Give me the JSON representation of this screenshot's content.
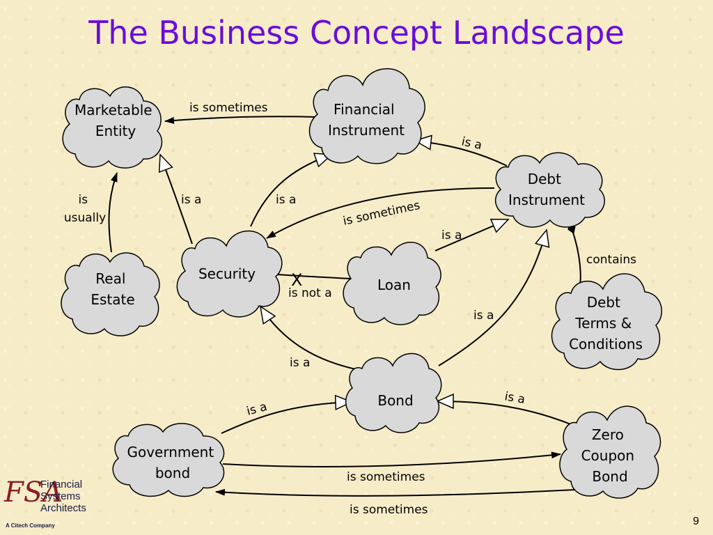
{
  "slide": {
    "title": "The Business Concept Landscape",
    "page_number": "9"
  },
  "colors": {
    "title": "#6a0ddb",
    "cloud_fill": "#d9d9d9",
    "background": "#f7ecc8"
  },
  "nodes": {
    "marketable_entity": [
      "Marketable",
      "Entity"
    ],
    "financial_instrument": [
      "Financial",
      "Instrument"
    ],
    "debt_instrument": [
      "Debt",
      "Instrument"
    ],
    "security": [
      "Security"
    ],
    "real_estate": [
      "Real",
      "Estate"
    ],
    "loan": [
      "Loan"
    ],
    "debt_terms": [
      "Debt",
      "Terms &",
      "Conditions"
    ],
    "bond": [
      "Bond"
    ],
    "government_bond": [
      "Government",
      "bond"
    ],
    "zero_coupon_bond": [
      "Zero",
      "Coupon",
      "Bond"
    ]
  },
  "edges": {
    "fi_to_me": "is sometimes",
    "re_to_me": [
      "is",
      "usually"
    ],
    "sec_to_me": "is a",
    "sec_to_fi": "is a",
    "di_to_fi": "is a",
    "di_to_sec": "is sometimes",
    "loan_to_di": "is a",
    "loan_to_sec": "is not a",
    "not_mark": "X",
    "bond_to_di": "is a",
    "bond_to_sec": "is a",
    "terms_to_di": "contains",
    "gov_to_bond": "is a",
    "zcb_to_bond": "is a",
    "gov_to_zcb": "is sometimes",
    "zcb_to_gov": "is sometimes"
  },
  "logo": {
    "mark": "FSA",
    "lines": [
      "Financial",
      "Systems",
      "Architects"
    ],
    "tagline": "A Citech Company"
  }
}
